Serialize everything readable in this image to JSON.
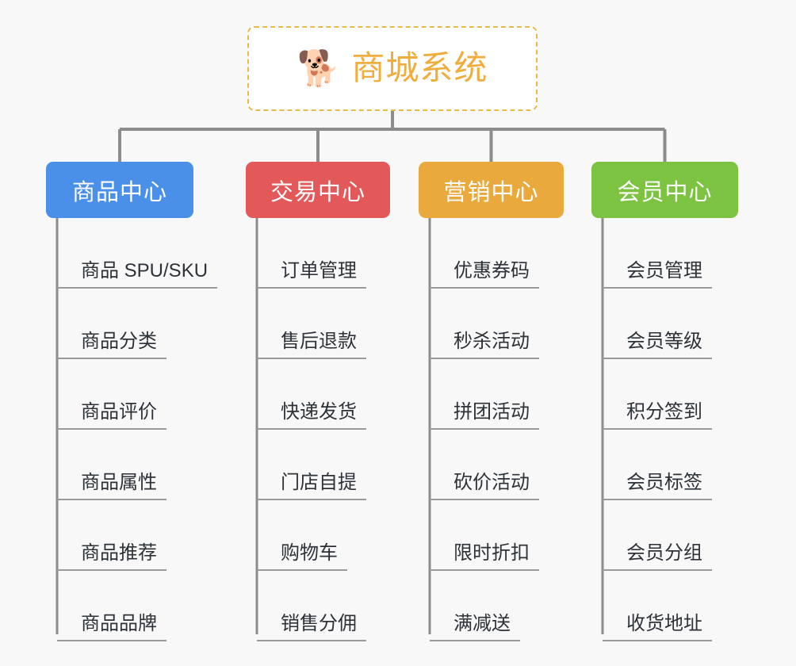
{
  "page": {
    "background_color": "#f8f8f8",
    "type": "mind-map"
  },
  "root": {
    "title": "商城系统",
    "icon": "shiba-dog-face-icon",
    "emoji": "🐕",
    "border_color": "#e9b949",
    "text_color": "#f0ad3c",
    "background_color": "#ffffff"
  },
  "branches": [
    {
      "label": "商品中心",
      "color": "#4a90e8",
      "items": [
        "商品 SPU/SKU",
        "商品分类",
        "商品评价",
        "商品属性",
        "商品推荐",
        "商品品牌"
      ]
    },
    {
      "label": "交易中心",
      "color": "#e3595a",
      "items": [
        "订单管理",
        "售后退款",
        "快递发货",
        "门店自提",
        "购物车",
        "销售分佣"
      ]
    },
    {
      "label": "营销中心",
      "color": "#eaa93c",
      "items": [
        "优惠券码",
        "秒杀活动",
        "拼团活动",
        "砍价活动",
        "限时折扣",
        "满减送"
      ]
    },
    {
      "label": "会员中心",
      "color": "#7cc342",
      "items": [
        "会员管理",
        "会员等级",
        "积分签到",
        "会员标签",
        "会员分组",
        "收货地址"
      ]
    }
  ],
  "connectors": {
    "line_color": "#8c8c8c",
    "leaf_line_color": "#9a9a9a"
  },
  "layout": {
    "branch_x": [
      58,
      310,
      528,
      746
    ],
    "branch_width": [
      186,
      182,
      183,
      185
    ]
  }
}
